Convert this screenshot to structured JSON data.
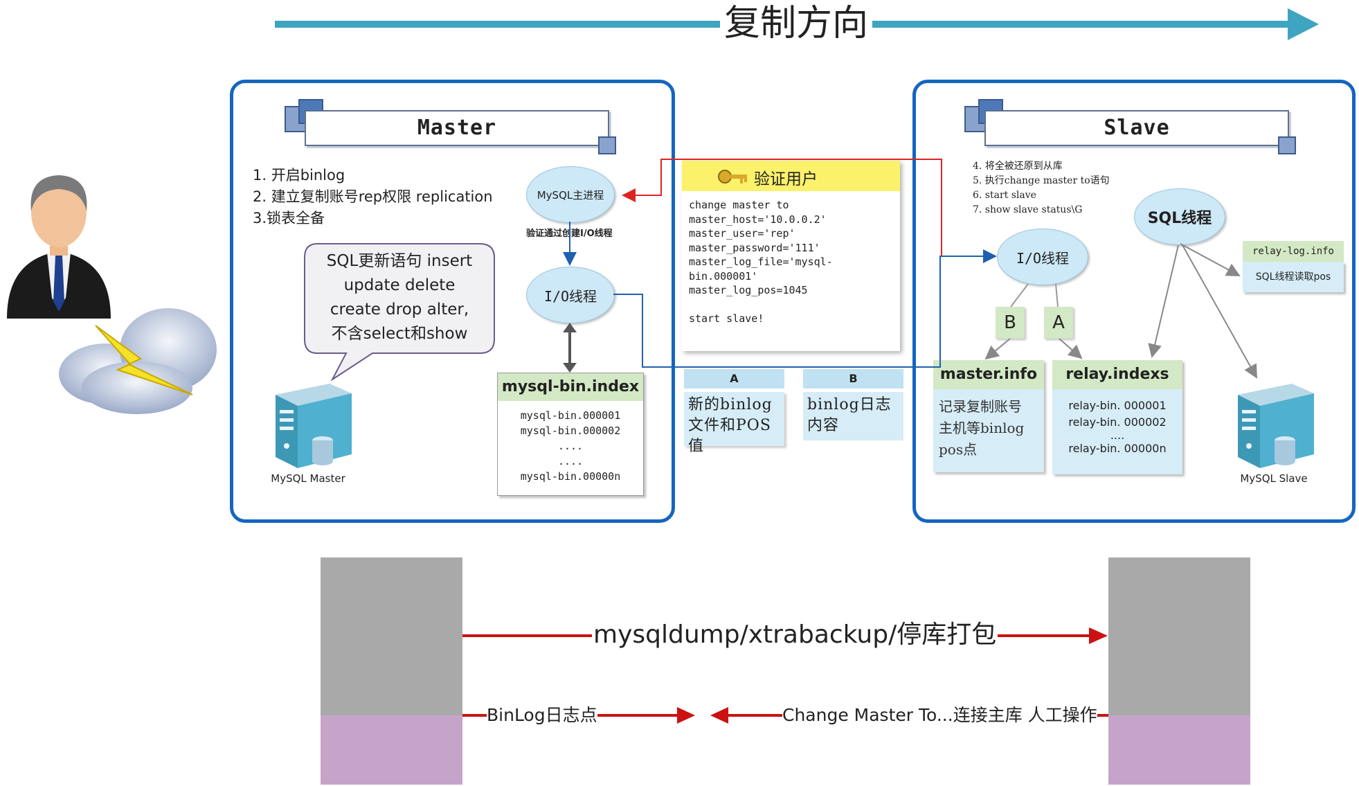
{
  "header": {
    "direction_label": "复制方向"
  },
  "master": {
    "title": "Master",
    "steps": [
      "1. 开启binlog",
      "2. 建立复制账号rep权限  replication",
      "3.锁表全备"
    ],
    "callout": [
      "SQL更新语句  insert",
      "update  delete",
      "create  drop  alter,",
      "不含select和show"
    ],
    "main_process": "MySQL主进程",
    "verify_note": "验证通过创建I/O线程",
    "io_thread": "I/O线程",
    "index_title": "mysql-bin.index",
    "index_lines": [
      "mysql-bin.000001",
      "mysql-bin.000002",
      "....",
      "....",
      "mysql-bin.00000n"
    ],
    "server_label": "MySQL Master"
  },
  "middle": {
    "verify_title": "验证用户",
    "code_lines": [
      "change master to",
      "master_host='10.0.0.2'",
      "master_user='rep'",
      "master_password='111'",
      "master_log_file='mysql-",
      "bin.000001'",
      "master_log_pos=1045",
      "",
      "start slave!"
    ],
    "box_a_label": "A",
    "box_a_text": [
      "新的binlog",
      "文件和POS值"
    ],
    "box_b_label": "B",
    "box_b_text": [
      "binlog日志",
      "内容"
    ]
  },
  "slave": {
    "title": "Slave",
    "steps": [
      "4. 将全被还原到从库",
      "5. 执行change master to语句",
      "6. start slave",
      "7. show  slave status\\G"
    ],
    "sql_thread": "SQL线程",
    "io_thread": "I/O线程",
    "tag_b": "B",
    "tag_a": "A",
    "relay_info_title": "relay-log.info",
    "relay_info_text": "SQL线程读取pos",
    "master_info_title": "master.info",
    "master_info_text": [
      "记录复制账号",
      "主机等binlog",
      "pos点"
    ],
    "relay_indexs_title": "relay.indexs",
    "relay_indexs_lines": [
      "relay-bin. 000001",
      "relay-bin. 000002",
      "....",
      "relay-bin. 00000n"
    ],
    "server_label": "MySQL Slave"
  },
  "bottom": {
    "dump_label": "mysqldump/xtrabackup/停库打包",
    "binlog_label": "BinLog日志点",
    "change_master_label": "Change Master To...连接主库  人工操作"
  },
  "colors": {
    "panel_border": "#1565c0",
    "arrow_cyan": "#3ea4bf",
    "arrow_red": "#cc1111",
    "gray_block": "#a9a9a9",
    "pink_block": "#c6a4c9"
  }
}
